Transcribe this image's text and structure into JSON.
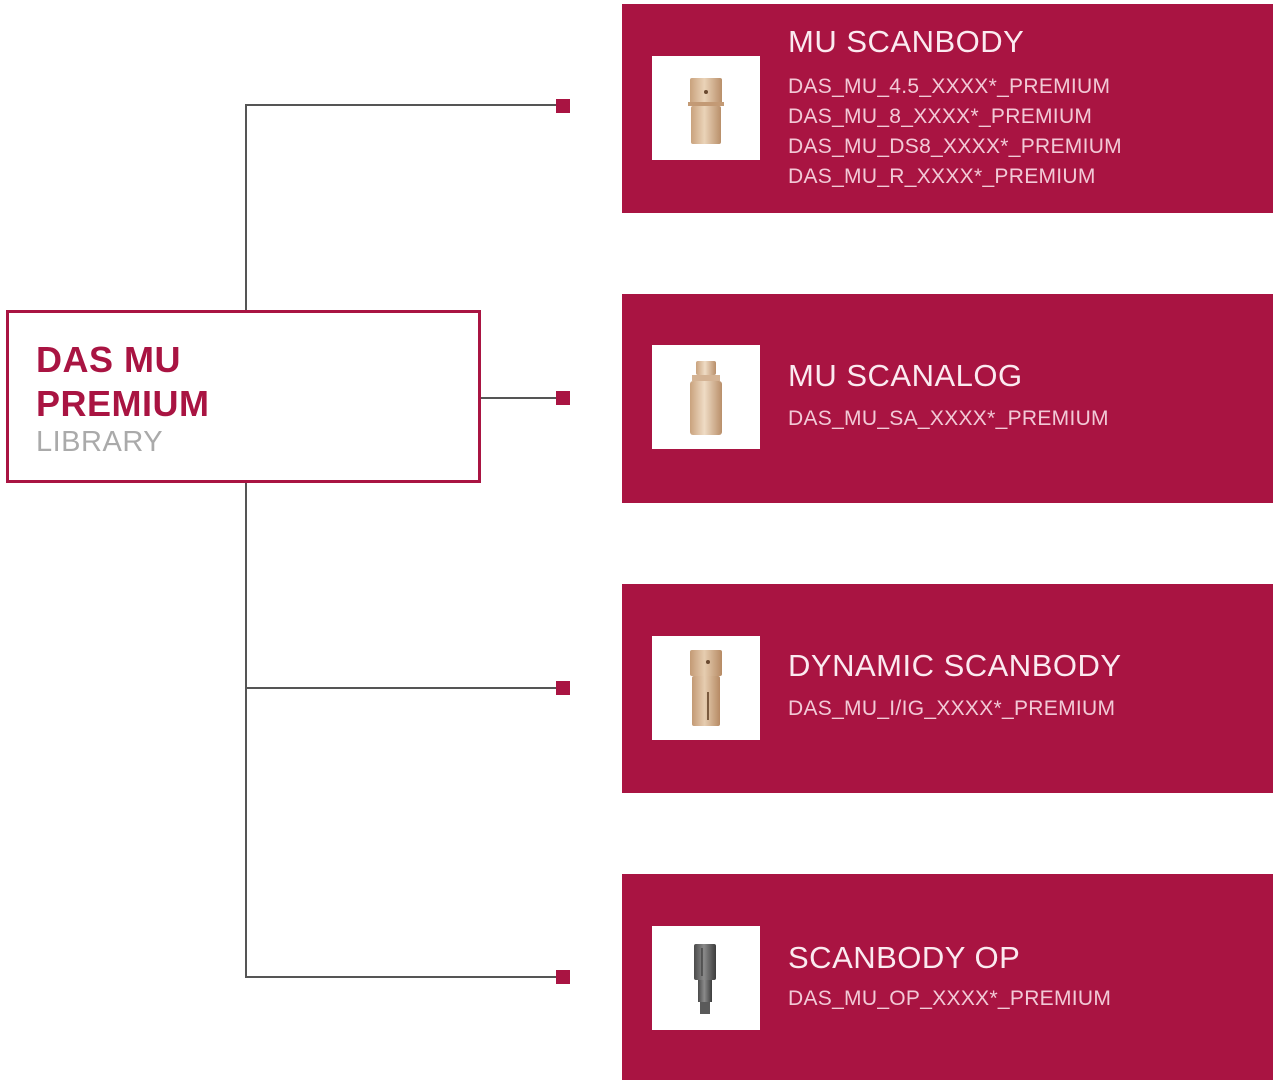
{
  "root": {
    "title": "DAS MU\nPREMIUM",
    "subtitle": "LIBRARY"
  },
  "colors": {
    "accent": "#a91442",
    "connector": "#555555",
    "card_text": "#fbeaf0",
    "code_text": "#f2c9d6"
  },
  "cards": [
    {
      "title": "MU SCANBODY",
      "icon": "scanbody-cylinder-icon",
      "codes": [
        "DAS_MU_4.5_XXXX*_PREMIUM",
        "DAS_MU_8_XXXX*_PREMIUM",
        "DAS_MU_DS8_XXXX*_PREMIUM",
        "DAS_MU_R_XXXX*_PREMIUM"
      ]
    },
    {
      "title": "MU SCANALOG",
      "icon": "scanalog-icon",
      "codes": [
        "DAS_MU_SA_XXXX*_PREMIUM"
      ]
    },
    {
      "title": "DYNAMIC SCANBODY",
      "icon": "dynamic-scanbody-icon",
      "codes": [
        "DAS_MU_I/IG_XXXX*_PREMIUM"
      ]
    },
    {
      "title": "SCANBODY OP",
      "icon": "scanbody-op-icon",
      "codes": [
        "DAS_MU_OP_XXXX*_PREMIUM"
      ]
    }
  ]
}
